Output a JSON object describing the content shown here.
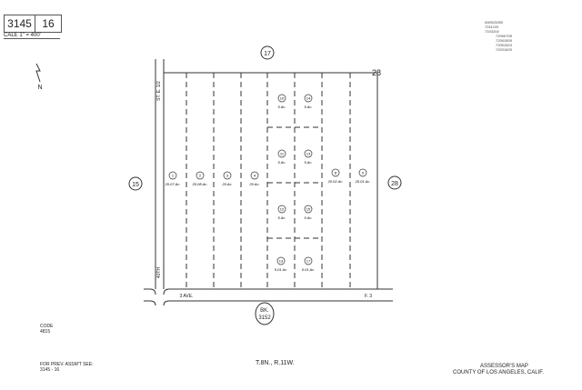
{
  "header": {
    "book": "3145",
    "page": "16",
    "scale": "CALE 1\" = 400'"
  },
  "revision_notes": [
    "690525550",
    "7011220",
    "7103204",
    "72060708",
    "72061809",
    "72061824",
    "72031605"
  ],
  "map": {
    "adjacent_north": "17",
    "adjacent_west": "15",
    "adjacent_east": "28",
    "corner_label": "28",
    "book_south": "BK. 3152",
    "street_west": "ST. E. 1/2",
    "street_west_lower": "40TH",
    "street_south_left": "3 AVE.",
    "street_south_right": "F. 3",
    "parcels": [
      {
        "id": "1",
        "area": "20.07 Ac."
      },
      {
        "id": "2",
        "area": "20.08 Ac."
      },
      {
        "id": "3",
        "area": "20 Ac."
      },
      {
        "id": "4",
        "area": "20 Ac."
      },
      {
        "id": "8",
        "area": "20.02 Ac."
      },
      {
        "id": "9",
        "area": "20.01 Ac."
      },
      {
        "id": "10",
        "area": "5 Ac."
      },
      {
        "id": "14",
        "area": "5 Ac."
      },
      {
        "id": "11",
        "area": "5 Ac."
      },
      {
        "id": "13",
        "area": "5 Ac."
      },
      {
        "id": "12",
        "area": "5 Ac."
      },
      {
        "id": "15",
        "area": "5 Ac."
      },
      {
        "id": "13",
        "area": "5.01 Ac."
      },
      {
        "id": "17",
        "area": "5.01 Ac."
      }
    ]
  },
  "footer": {
    "code_label": "CODE",
    "code": "4815",
    "prev_label": "FOR PREV. ASSM'T SEE:",
    "prev": "3145 - 16",
    "township": "T.8N., R.11W.",
    "title1": "ASSESSOR'S MAP",
    "title2": "COUNTY OF LOS ANGELES, CALIF."
  }
}
